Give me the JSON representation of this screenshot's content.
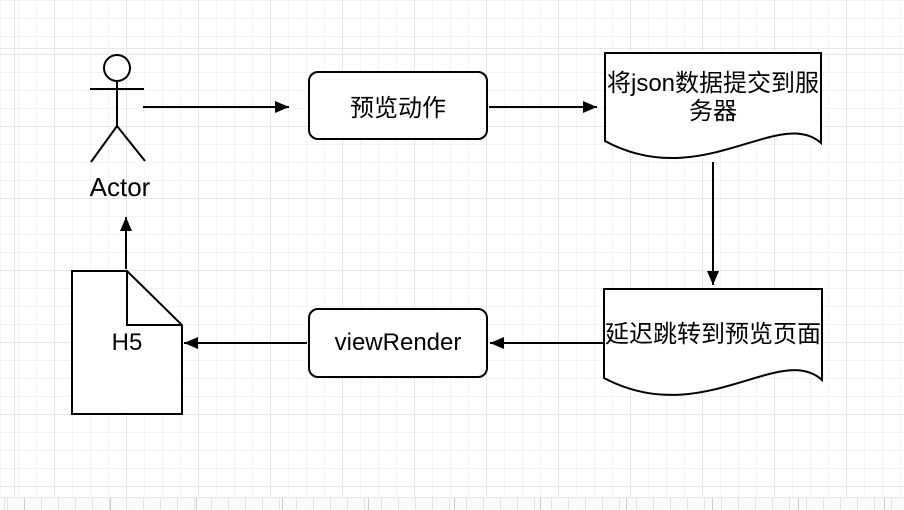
{
  "diagram": {
    "colors": {
      "stroke": "#000000",
      "shape_fill": "#ffffff",
      "background": "#ffffff",
      "grid_minor": "#f3f3f3",
      "grid_major": "#e7e7e7",
      "text": "#000000"
    },
    "nodes": {
      "actor": {
        "label": "Actor",
        "shape": "stick-figure"
      },
      "preview_action": {
        "label": "预览动作",
        "shape": "rounded-rectangle"
      },
      "submit_json": {
        "label": "将json数据提交到服务器",
        "label_lines": [
          "将json数据提交到服",
          "务器"
        ],
        "shape": "document"
      },
      "delay_redirect": {
        "label": "延迟跳转到预览页面",
        "shape": "document"
      },
      "view_render": {
        "label": "viewRender",
        "shape": "rounded-rectangle"
      },
      "h5": {
        "label": "H5",
        "shape": "note"
      }
    },
    "edges": [
      {
        "from": "actor",
        "to": "preview_action"
      },
      {
        "from": "preview_action",
        "to": "submit_json"
      },
      {
        "from": "submit_json",
        "to": "delay_redirect"
      },
      {
        "from": "delay_redirect",
        "to": "view_render"
      },
      {
        "from": "view_render",
        "to": "h5"
      },
      {
        "from": "h5",
        "to": "actor"
      }
    ]
  }
}
